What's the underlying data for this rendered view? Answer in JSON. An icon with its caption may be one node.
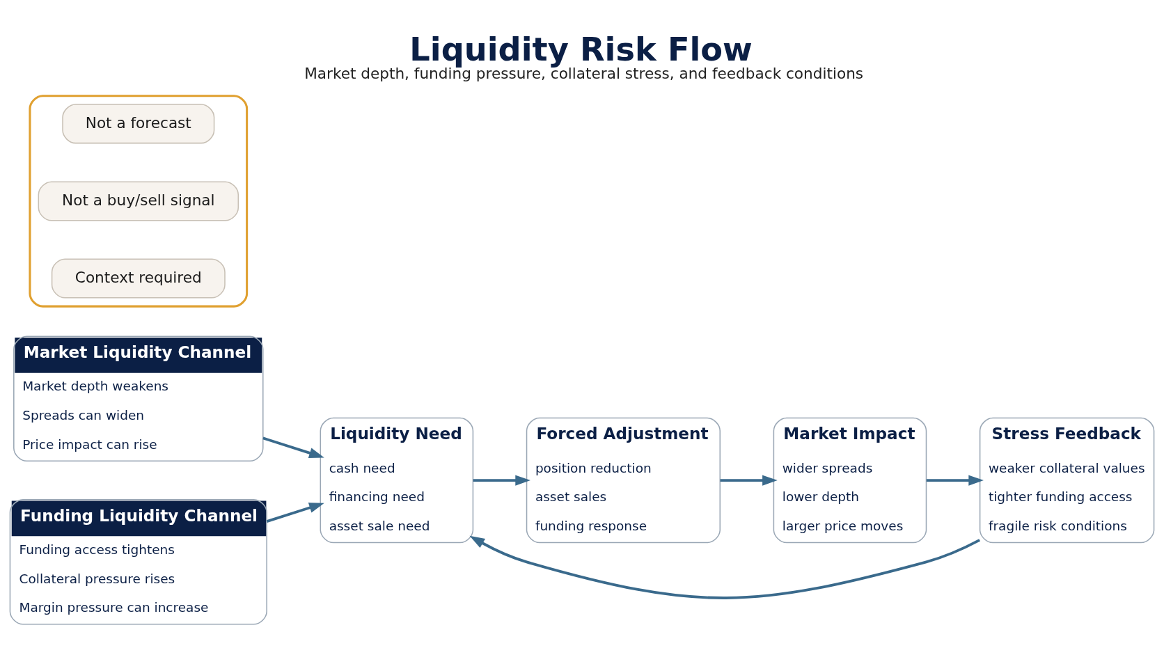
{
  "diagram": {
    "title": "Liquidity Risk Flow",
    "caption": "Market depth, funding pressure, collateral stress, and feedback conditions",
    "nodes": [
      {
        "text": [
          "Market Liquidity Channel",
          "Market depth weakens",
          "Spreads can widen",
          "Price impact can rise"
        ]
      },
      {
        "text": [
          "Funding Liquidity Channel",
          "Funding access tightens",
          "Collateral pressure rises",
          "Margin pressure can increase"
        ]
      },
      {
        "text": [
          "Liquidity Need",
          "cash need",
          "financing need",
          "asset sale need"
        ]
      },
      {
        "text": [
          "Forced Adjustment",
          "position reduction",
          "asset sales",
          "funding response"
        ]
      },
      {
        "text": [
          "Market Impact",
          "wider spreads",
          "lower depth",
          "larger price moves"
        ]
      },
      {
        "text": [
          "Stress Feedback",
          "weaker collateral values",
          "tighter funding access",
          "fragile risk conditions"
        ]
      },
      {
        "text": [],
        "shape": "box"
      },
      {
        "text": [
          "Not a forecast"
        ],
        "in": 6
      },
      {
        "text": [
          "Not a buy/sell signal"
        ],
        "in": 6
      },
      {
        "text": [
          "Context required"
        ],
        "in": 6
      }
    ],
    "edges": [
      {
        "from": 0,
        "to": 2,
        "arrow": "to"
      },
      {
        "from": 1,
        "to": 2,
        "arrow": "to"
      },
      {
        "from": 2,
        "to": 3,
        "arrow": "to"
      },
      {
        "from": 3,
        "to": 4,
        "arrow": "to"
      },
      {
        "from": 4,
        "to": 5,
        "arrow": "to"
      },
      {
        "from": 5,
        "to": 2,
        "arrow": "to"
      }
    ]
  }
}
